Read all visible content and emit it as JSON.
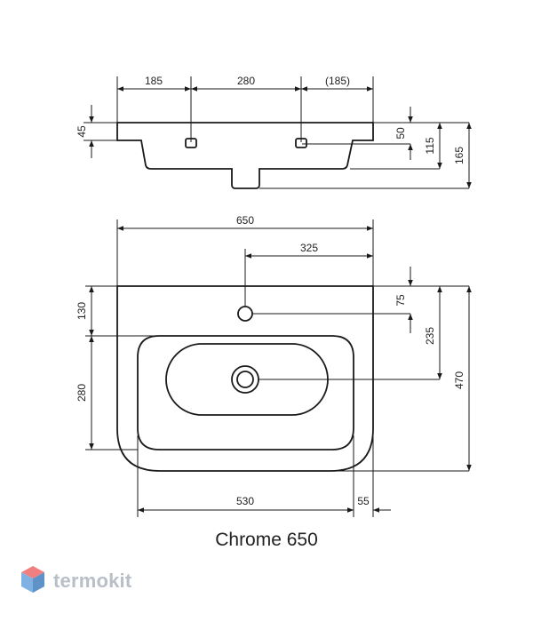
{
  "caption": "Chrome 650",
  "brand": {
    "name": "termokit",
    "icon": "cube-icon",
    "colors": {
      "top": "#f07f7f",
      "left": "#7fb1e3",
      "right": "#5f92c9"
    }
  },
  "side_view": {
    "widths": [
      "185",
      "280",
      "(185)"
    ],
    "left_height": "45",
    "right_heights": [
      "50",
      "115",
      "165"
    ]
  },
  "top_view": {
    "total_width": "650",
    "tap_offset": "325",
    "left_heights": [
      "130",
      "280"
    ],
    "right_heights": [
      "75",
      "235",
      "470"
    ],
    "bottom_widths": [
      "530",
      "55"
    ]
  }
}
